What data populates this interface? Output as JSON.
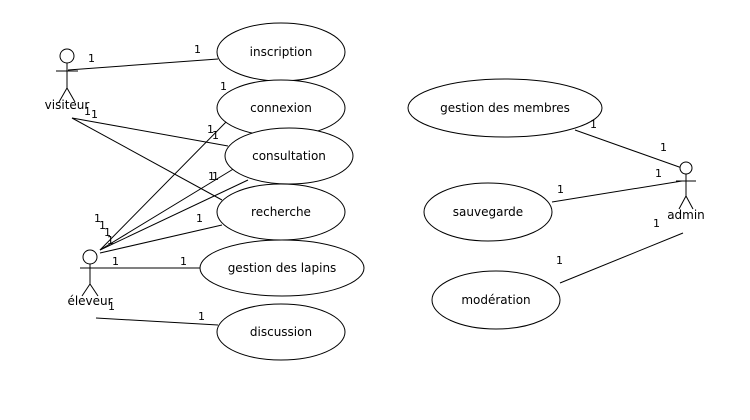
{
  "actors": {
    "visiteur": "visiteur",
    "eleveur": "éleveur",
    "admin": "admin"
  },
  "use_cases": {
    "inscription": "inscription",
    "connexion": "connexion",
    "consultation": "consultation",
    "recherche": "recherche",
    "gestion_lapins": "gestion des lapins",
    "discussion": "discussion",
    "gestion_membres": "gestion des membres",
    "sauvegarde": "sauvegarde",
    "moderation": "modération"
  },
  "multiplicity": "1"
}
